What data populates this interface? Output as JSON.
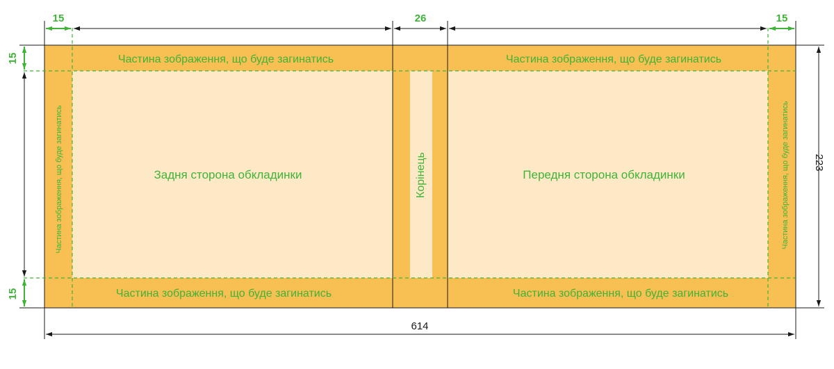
{
  "dimensions": {
    "fold_left": "15",
    "spine": "26",
    "fold_right": "15",
    "fold_top": "15",
    "fold_bottom": "15",
    "height": "223",
    "width": "614"
  },
  "labels": {
    "fold_top_left": "Частина зображення, що буде загинатись",
    "fold_top_right": "Частина зображення, що буде загинатись",
    "fold_bottom_left": "Частина зображення, що буде загинатись",
    "fold_bottom_right": "Частина зображення, що буде загинатись",
    "fold_left_side": "Частина зображення, що буде загинатись",
    "fold_right_side": "Частина зображення, що буде загинатись",
    "back_cover": "Задня сторона обкладинки",
    "front_cover": "Передня сторона обкладинки",
    "spine": "Корінець"
  },
  "colors": {
    "fold_area": "#f8bf52",
    "cover_area": "#fde9c6",
    "label_text": "#3fb338",
    "fold_line": "#3fb338",
    "outline": "#1a1a1a"
  }
}
